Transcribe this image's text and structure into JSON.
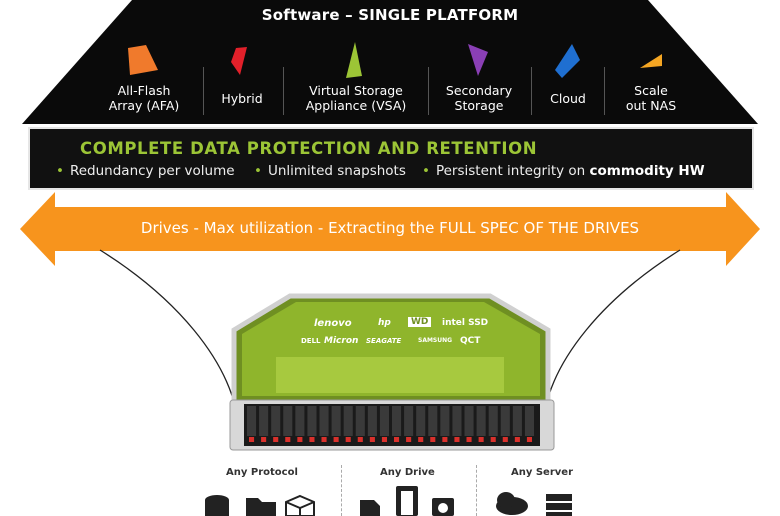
{
  "header": {
    "title": "Software – SINGLE PLATFORM"
  },
  "platforms": [
    {
      "line1": "All-Flash",
      "line2": "Array (AFA)",
      "color": "#f07a2c"
    },
    {
      "line1": "Hybrid",
      "line2": "",
      "color": "#e2202a"
    },
    {
      "line1": "Virtual Storage",
      "line2": "Appliance (VSA)",
      "color": "#9cc536"
    },
    {
      "line1": "Secondary",
      "line2": "Storage",
      "color": "#8a3fb5"
    },
    {
      "line1": "Cloud",
      "line2": "",
      "color": "#1f6fd1"
    },
    {
      "line1": "Scale",
      "line2": "out NAS",
      "color": "#f5a623"
    }
  ],
  "protection": {
    "title": "COMPLETE DATA PROTECTION AND RETENTION",
    "bullets": [
      {
        "text": "Redundancy per volume",
        "bold": ""
      },
      {
        "text": "Unlimited snapshots",
        "bold": ""
      },
      {
        "text": "Persistent integrity on ",
        "bold": "commodity HW"
      }
    ]
  },
  "drives": {
    "text": "Drives - Max utilization - Extracting the FULL SPEC OF THE DRIVES",
    "color": "#f7941d"
  },
  "server": {
    "logos_row1": [
      "lenovo",
      "hp",
      "WD",
      "intel SSD"
    ],
    "logos_row2": [
      "DELL",
      "Micron",
      "SEAGATE",
      "SAMSUNG",
      "QCT"
    ],
    "green": "#9cc536"
  },
  "columns": [
    {
      "label": "Any Protocol"
    },
    {
      "label": "Any Drive"
    },
    {
      "label": "Any Server"
    }
  ]
}
